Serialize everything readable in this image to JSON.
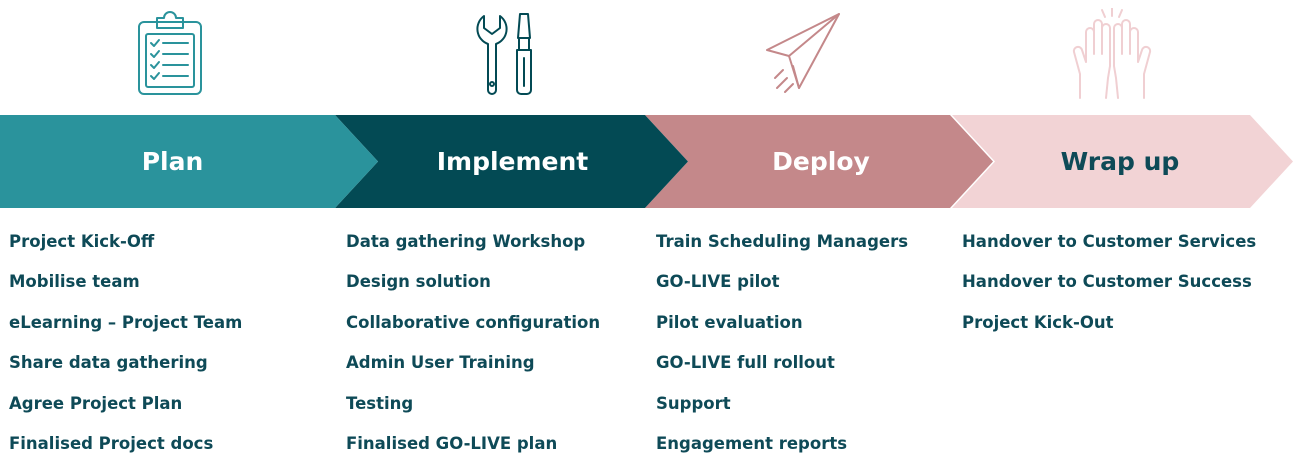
{
  "phases": [
    {
      "label": "Plan",
      "fill": "#2a939c",
      "text_color": "#ffffff",
      "icon": "clipboard-checklist-icon",
      "icon_color": "#2a939c",
      "items": [
        "Project Kick-Off",
        "Mobilise team",
        "eLearning – Project Team",
        "Share data gathering",
        "Agree Project Plan",
        "Finalised Project docs"
      ]
    },
    {
      "label": "Implement",
      "fill": "#034a54",
      "text_color": "#ffffff",
      "icon": "wrench-screwdriver-icon",
      "icon_color": "#034a54",
      "items": [
        "Data gathering Workshop",
        "Design solution",
        "Collaborative configuration",
        "Admin User Training",
        "Testing",
        "Finalised GO-LIVE plan"
      ]
    },
    {
      "label": "Deploy",
      "fill": "#c4888a",
      "text_color": "#ffffff",
      "icon": "paper-plane-icon",
      "icon_color": "#c4888a",
      "items": [
        "Train Scheduling Managers",
        "GO-LIVE pilot",
        "Pilot evaluation",
        "GO-LIVE full rollout",
        "Support",
        "Engagement reports"
      ]
    },
    {
      "label": "Wrap up",
      "fill": "#f2d3d5",
      "text_color": "#0e4a57",
      "icon": "high-five-icon",
      "icon_color": "#f0cfd2",
      "items": [
        "Handover to Customer Services",
        "Handover to Customer Success",
        "Project Kick-Out"
      ]
    }
  ]
}
